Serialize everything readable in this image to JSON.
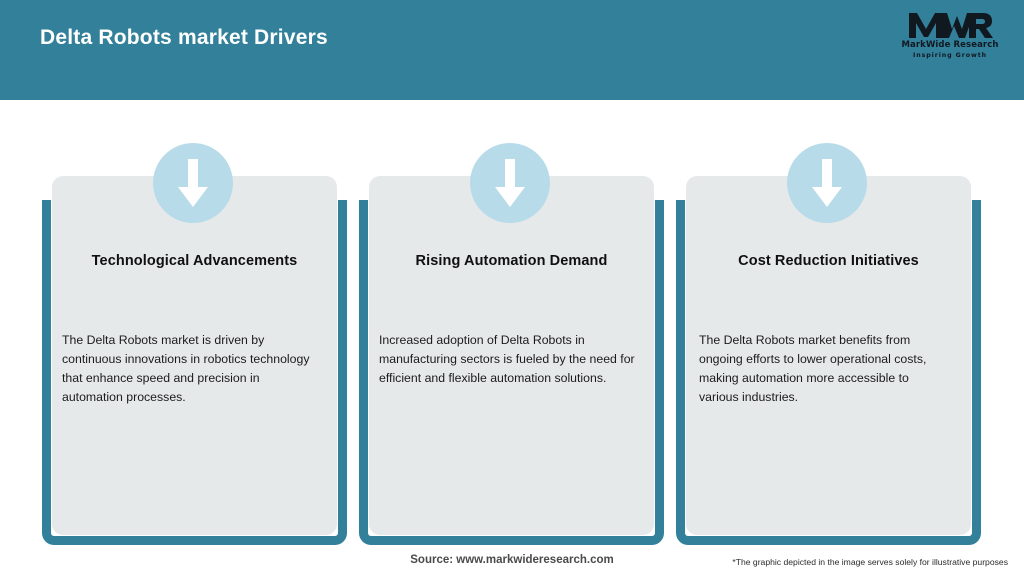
{
  "header": {
    "title": "Delta Robots market Drivers",
    "background_color": "#33809a",
    "title_color": "#ffffff"
  },
  "logo": {
    "mark": "MWR",
    "company": "MarkWide Research",
    "tagline": "Inspiring Growth",
    "icon": "mwr-logo-icon"
  },
  "cards": [
    {
      "icon": "down-arrow-icon",
      "title": "Technological Advancements",
      "body": "The Delta Robots market is driven by continuous innovations in robotics technology that enhance speed and precision in automation processes."
    },
    {
      "icon": "down-arrow-icon",
      "title": "Rising Automation Demand",
      "body": "Increased adoption of Delta Robots in manufacturing sectors is fueled by the need for efficient and flexible automation solutions."
    },
    {
      "icon": "down-arrow-icon",
      "title": "Cost Reduction Initiatives",
      "body": "The Delta Robots market benefits from ongoing efforts to lower operational costs, making automation more accessible to various industries."
    }
  ],
  "footer": {
    "source": "Source: www.markwideresearch.com",
    "disclaimer": "*The graphic depicted in the image serves solely for illustrative purposes"
  },
  "colors": {
    "accent_teal": "#33809a",
    "card_gray": "#e6e9ea",
    "icon_blue": "#b7dbe9",
    "page_white": "#ffffff"
  }
}
